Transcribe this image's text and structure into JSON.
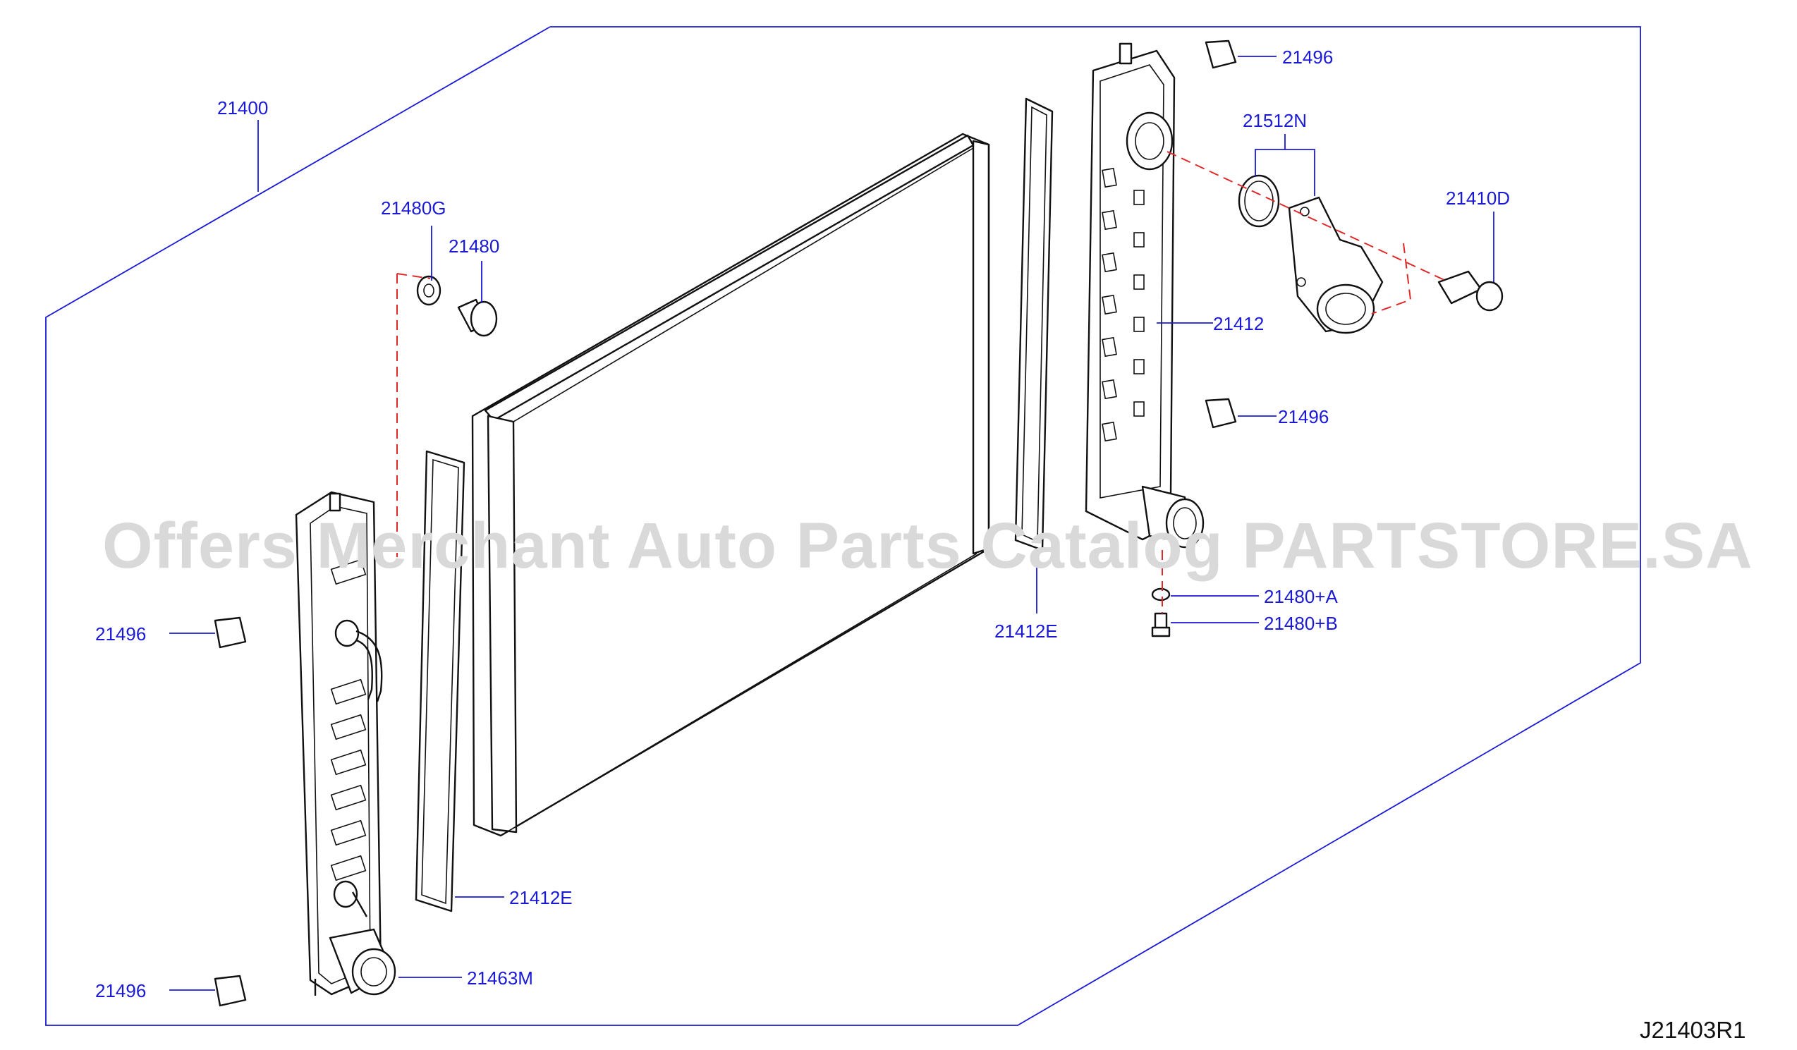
{
  "diagram": {
    "reference_code": "J21403R1",
    "watermark": "Offers Merchant Auto Parts Catalog PARTSTORE.SA",
    "callouts": [
      {
        "id": "c-21400",
        "part_number": "21400"
      },
      {
        "id": "c-21480g",
        "part_number": "21480G"
      },
      {
        "id": "c-21480",
        "part_number": "21480"
      },
      {
        "id": "c-21496-tr",
        "part_number": "21496"
      },
      {
        "id": "c-21512n",
        "part_number": "21512N"
      },
      {
        "id": "c-21410d",
        "part_number": "21410D"
      },
      {
        "id": "c-21412",
        "part_number": "21412"
      },
      {
        "id": "c-21496-mr",
        "part_number": "21496"
      },
      {
        "id": "c-21496-ml",
        "part_number": "21496"
      },
      {
        "id": "c-21412e-c",
        "part_number": "21412E"
      },
      {
        "id": "c-21480a",
        "part_number": "21480+A"
      },
      {
        "id": "c-21480b",
        "part_number": "21480+B"
      },
      {
        "id": "c-21412e-b",
        "part_number": "21412E"
      },
      {
        "id": "c-21463m",
        "part_number": "21463M"
      },
      {
        "id": "c-21496-bl",
        "part_number": "21496"
      }
    ]
  }
}
